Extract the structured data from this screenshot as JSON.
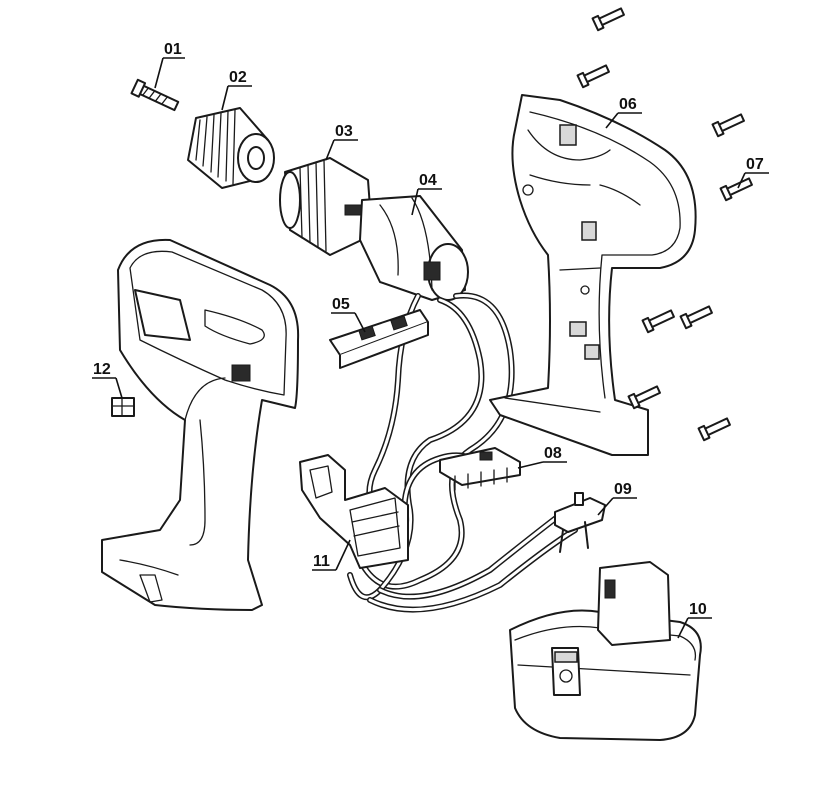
{
  "parts": [
    {
      "number": "01",
      "name": "chuck-screw"
    },
    {
      "number": "02",
      "name": "keyless-chuck"
    },
    {
      "number": "03",
      "name": "gearbox"
    },
    {
      "number": "04",
      "name": "motor"
    },
    {
      "number": "05",
      "name": "direction-switch"
    },
    {
      "number": "06",
      "name": "housing-right"
    },
    {
      "number": "07",
      "name": "housing-screws"
    },
    {
      "number": "08",
      "name": "led-board"
    },
    {
      "number": "09",
      "name": "battery-terminal"
    },
    {
      "number": "10",
      "name": "battery-pack"
    },
    {
      "number": "11",
      "name": "trigger-switch"
    },
    {
      "number": "12",
      "name": "clip"
    }
  ]
}
